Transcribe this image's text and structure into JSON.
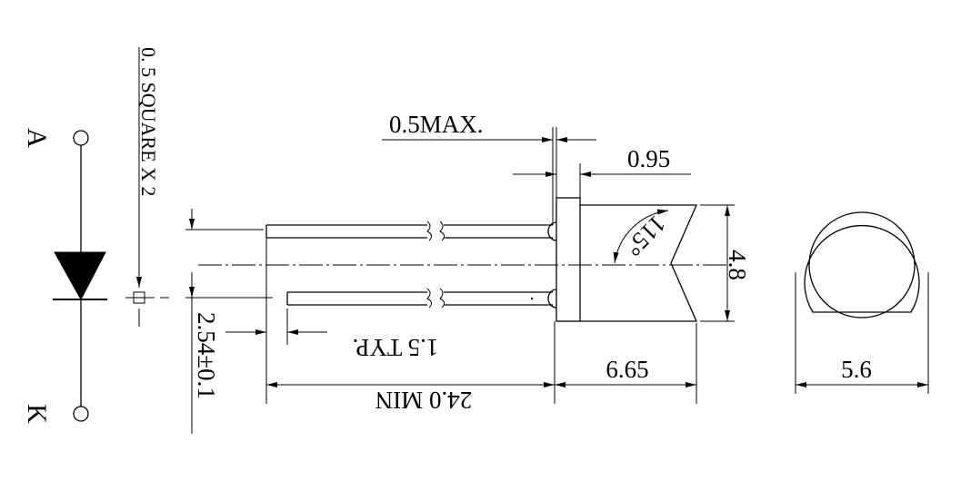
{
  "diagram": {
    "lead_square": "0. 5 SQUARE X 2",
    "lead_extension": "0.5MAX.",
    "flange": "0.95",
    "lens_angle": "115°",
    "body_diameter": "4.8",
    "shoulder": "1.5 TYP.",
    "lead_spacing": "2.54±0.1",
    "body_length": "6.65",
    "lead_length": "24.0 MIN",
    "flange_diameter": "5.6",
    "anode": "A",
    "cathode": "K"
  }
}
